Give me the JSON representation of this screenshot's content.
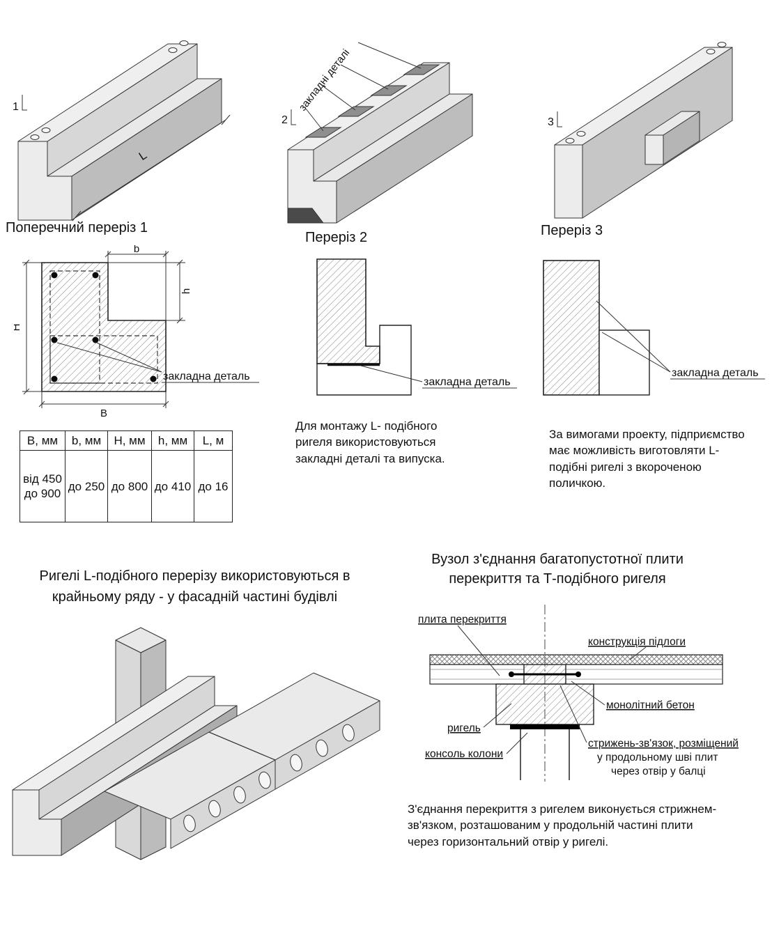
{
  "iso": {
    "beam1": {
      "mark": "1",
      "dim": "L",
      "caption": "Поперечний переріз 1"
    },
    "beam2": {
      "mark": "2",
      "plates_label": "закладні деталі",
      "caption": "Переріз 2"
    },
    "beam3": {
      "mark": "3",
      "caption": "Переріз 3"
    }
  },
  "cross_sections": {
    "cs1": {
      "dim_b": "b",
      "dim_h": "h",
      "dim_H": "Н",
      "dim_B": "В",
      "callout": "закладна деталь"
    },
    "cs2": {
      "callout": "закладна деталь",
      "note": "Для монтажу L- подібного ригеля  використовуються закладні деталі та випуска."
    },
    "cs3": {
      "callout": "закладна деталь",
      "note": "За вимогами проекту, підприємство має можливість виготовляти L-подібні ригелі з вкороченою поличкою."
    }
  },
  "dim_table": {
    "headers": [
      "В, мм",
      "b, мм",
      "Н, мм",
      "h, мм",
      "L, м"
    ],
    "values": [
      "від 450 до 900",
      "до 250",
      "до 800",
      "до 410",
      "до 16"
    ]
  },
  "assembly": {
    "caption1": "Ригелі L-подібного перерізу використовуються в",
    "caption2": "крайньому ряду - у фасадній частині будівлі"
  },
  "joint": {
    "title1": "Вузол з'єднання  багатопустотної плити",
    "title2": "перекриття та Т-подібного ригеля",
    "labels": {
      "slab": "плита перекриття",
      "floor": "конструкція підлоги",
      "concrete": "монолітний бетон",
      "girder": "ригель",
      "console": "консоль колони",
      "tie1": "стрижень-зв'язок, розміщений",
      "tie2": "у продольному шві плит",
      "tie3": "через отвір у балці"
    },
    "note": "З'єднання перекриття з ригелем виконується стрижнем-зв'язком, розташованим у продольній частині плити через горизонтальний отвір у ригелі."
  }
}
